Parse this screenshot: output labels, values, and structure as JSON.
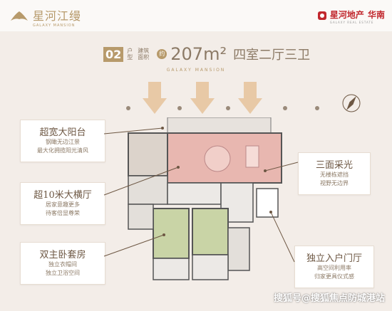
{
  "header": {
    "brand_cn": "星河江缦",
    "brand_en": "GALAXY MANSION",
    "developer": "星河地产",
    "developer_en": "GALAXY REAL ESTATE",
    "region": "华南"
  },
  "title": {
    "unit_no": "02",
    "unit_label": "户型",
    "area_label": "建筑面积",
    "approx": "约",
    "area": "207m²",
    "rooms": "四室二厅三卫"
  },
  "subtitle": "GALAXY MANSION",
  "callouts": [
    {
      "title": "超宽大阳台",
      "lines": [
        "钢瞰无边江景",
        "最大化拥揽阳光清风"
      ]
    },
    {
      "title": "超10米大横厅",
      "lines": [
        "居家意趣更多",
        "待客倍显尊荣"
      ]
    },
    {
      "title": "双主卧套房",
      "lines": [
        "独立衣帽间",
        "独立卫浴空间"
      ]
    },
    {
      "title": "三面采光",
      "lines": [
        "无楼栋遮挡",
        "视野无边界"
      ]
    },
    {
      "title": "独立入户门厅",
      "lines": [
        "高空间利用率",
        "归家更具仪式感"
      ]
    }
  ],
  "watermark": "搜狐号@搜狐焦点防城港站",
  "colors": {
    "accent": "#b79a6b",
    "text": "#6d5743",
    "living": "#e8b7b0",
    "bedroom": "#c9d4a6"
  }
}
